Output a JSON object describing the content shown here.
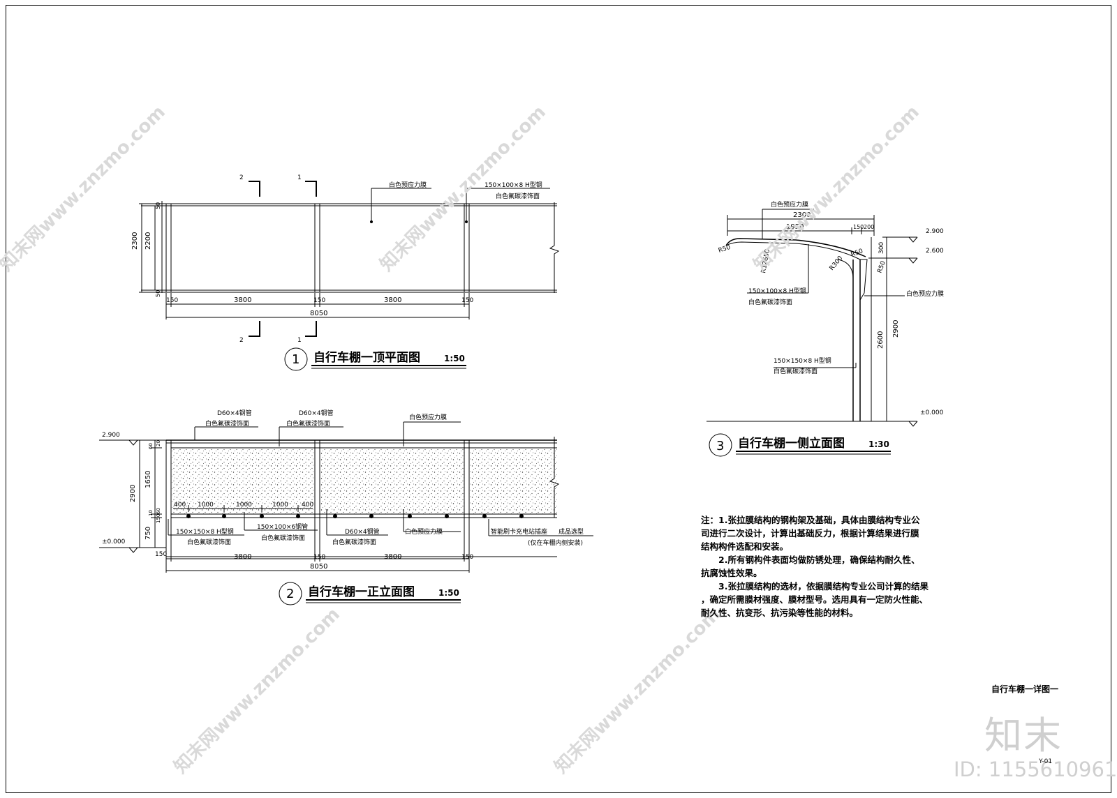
{
  "views": {
    "v1": {
      "num": "1",
      "title": "自行车棚一顶平面图",
      "scale": "1:50",
      "membrane": "白色预应力膜",
      "beam": "150×100×8 H型钢",
      "finish": "白色氟碳漆饰面",
      "dims": {
        "d2300": "2300",
        "d2200": "2200",
        "d50a": "50",
        "d50b": "50",
        "d150a": "150",
        "d3800a": "3800",
        "d150b": "150",
        "d3800b": "3800",
        "d150c": "150",
        "d8050": "8050"
      },
      "sections": {
        "s2": "2",
        "s1": "1"
      }
    },
    "v2": {
      "num": "2",
      "title": "自行车棚一正立面图",
      "scale": "1:50",
      "lv_top": "2.900",
      "lv_base": "±0.000",
      "pipe": "D60×4钢管",
      "finish": "白色氟碳漆饰面",
      "membrane": "白色预应力膜",
      "col": "150×150×8 H型钢",
      "tube": "150×100×6钢管",
      "station": "智能刷卡充电站插座",
      "station_note": "成品选型",
      "station_note2": "(仅在车棚内侧安装)",
      "dims": {
        "d2900": "2900",
        "d1650": "1650",
        "d750": "750",
        "d60": "60",
        "d20": "20",
        "d10": "10",
        "d150v": "150",
        "d60b": "60",
        "d400a": "400",
        "d1000a": "1000",
        "d1000b": "1000",
        "d1000c": "1000",
        "d400b": "400",
        "d150a": "150",
        "d3800a": "3800",
        "d150b": "150",
        "d3800b": "3800",
        "d150c": "150",
        "d8050": "8050"
      }
    },
    "v3": {
      "num": "3",
      "title": "自行车棚一侧立面图",
      "scale": "1:30",
      "membrane": "白色预应力膜",
      "beam": "150×100×8 H型钢",
      "col": "150×150×8 H型钢",
      "finish": "白色氟碳漆饰面",
      "lv_2900": "2.900",
      "lv_2600": "2.600",
      "lv_0": "±0.000",
      "dims": {
        "d2300": "2300",
        "d1950": "1950",
        "d150": "150",
        "d200": "200",
        "r50a": "R50",
        "r12650": "R12650",
        "r50b": "R50",
        "r300": "R300",
        "r50c": "R50",
        "d300": "300",
        "d2600": "2600",
        "d2900": "2900"
      }
    }
  },
  "notes": [
    "注：1.张拉膜结构的钢构架及基础，具体由膜结构专业公",
    "司进行二次设计，计算出基础反力，根据计算结果进行膜",
    "结构构件选配和安装。",
    "　　2.所有钢构件表面均做防锈处理，确保结构耐久性、",
    "抗腐蚀性效果。",
    "　　3.张拉膜结构的选材，依据膜结构专业公司计算的结果",
    "，确定所需膜材强度、膜材型号。选用具有一定防火性能、",
    "耐久性、抗变形、抗污染等性能的材料。"
  ],
  "sheet_title": "自行车棚一详图一",
  "page_no": "Y-01",
  "watermark": {
    "logo": "知末",
    "id": "ID: 1155610961",
    "url": "知末网www.znzmo.com"
  }
}
